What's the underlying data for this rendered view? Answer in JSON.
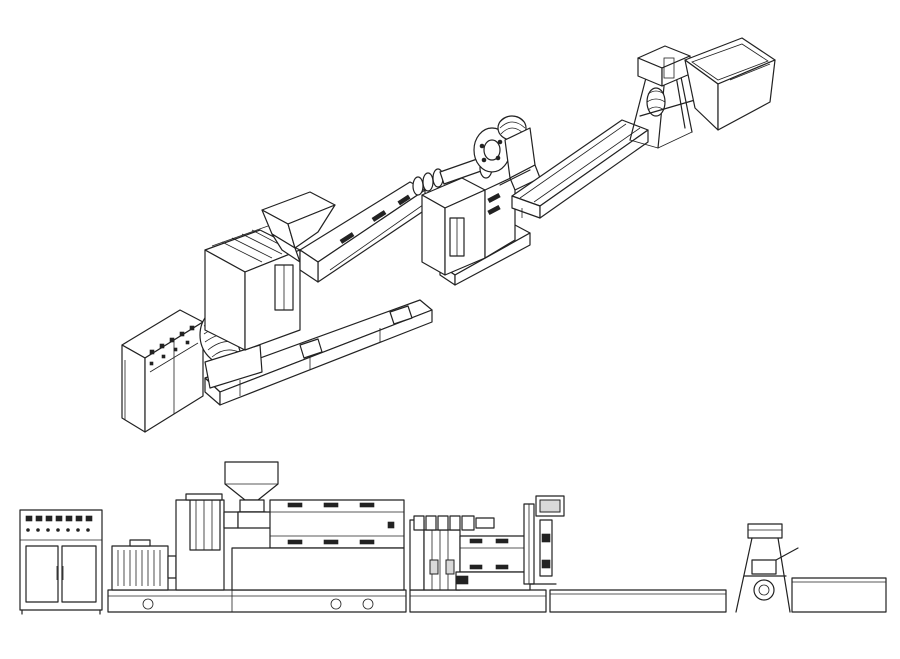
{
  "diagram": {
    "views": [
      {
        "id": "isometric-view",
        "components": [
          "control-cabinet",
          "drive-motor",
          "gearbox",
          "feed-hopper",
          "extruder-barrel",
          "second-stage-extruder",
          "screen-changer",
          "pelletizing-die-head",
          "water-cooling-tank",
          "pelletizer",
          "collection-bin"
        ]
      },
      {
        "id": "side-elevation-view",
        "components": [
          "control-cabinet",
          "drive-motor",
          "gearbox",
          "feed-hopper",
          "extruder-barrel",
          "second-stage-extruder",
          "die-head",
          "water-cooling-tank",
          "pelletizer",
          "collection-bin"
        ]
      }
    ],
    "colors": {
      "line": "#222222",
      "background": "#ffffff",
      "shade": "#d9d9d9"
    }
  }
}
